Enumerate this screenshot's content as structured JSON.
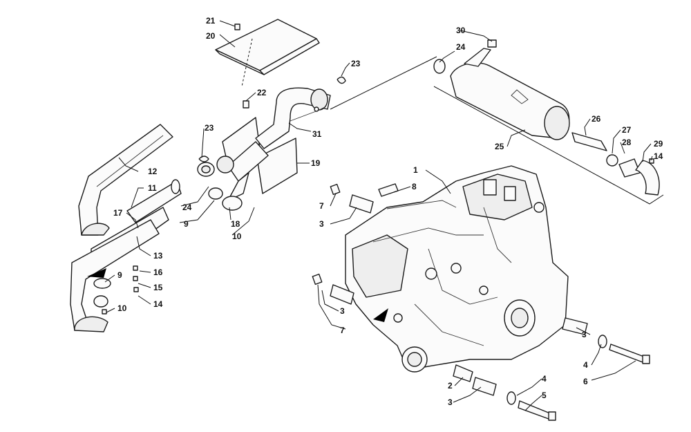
{
  "callouts": {
    "c21": "21",
    "c20": "20",
    "c30": "30",
    "c24a": "24",
    "c23a": "23",
    "c22": "22",
    "c23b": "23",
    "c12": "12",
    "c11": "11",
    "c17": "17",
    "c31": "31",
    "c19": "19",
    "c24b": "24",
    "c9a": "9",
    "c18": "18",
    "c10a": "10",
    "c13": "13",
    "c16": "16",
    "c9b": "9",
    "c15": "15",
    "c14a": "14",
    "c10b": "10",
    "c26": "26",
    "c27": "27",
    "c28": "28",
    "c29": "29",
    "c14b": "14",
    "c25": "25",
    "c1": "1",
    "c8": "8",
    "c7a": "7",
    "c3a": "3",
    "c3b": "3",
    "c7b": "7",
    "c3c": "3",
    "c4a": "4",
    "c6": "6",
    "c2": "2",
    "c4b": "4",
    "c3d": "3",
    "c5": "5"
  },
  "icons": {
    "engine": "engine-block-icon",
    "muffler": "muffler-icon",
    "heat_shield": "heat-shield-icon",
    "exhaust_pipe": "exhaust-pipe-icon",
    "mount": "engine-mount-icon",
    "bolt": "bolt-icon",
    "washer": "washer-icon",
    "arrow": "direction-arrow-icon"
  },
  "colors": {
    "line": "#1a1a1a",
    "background": "#ffffff"
  }
}
